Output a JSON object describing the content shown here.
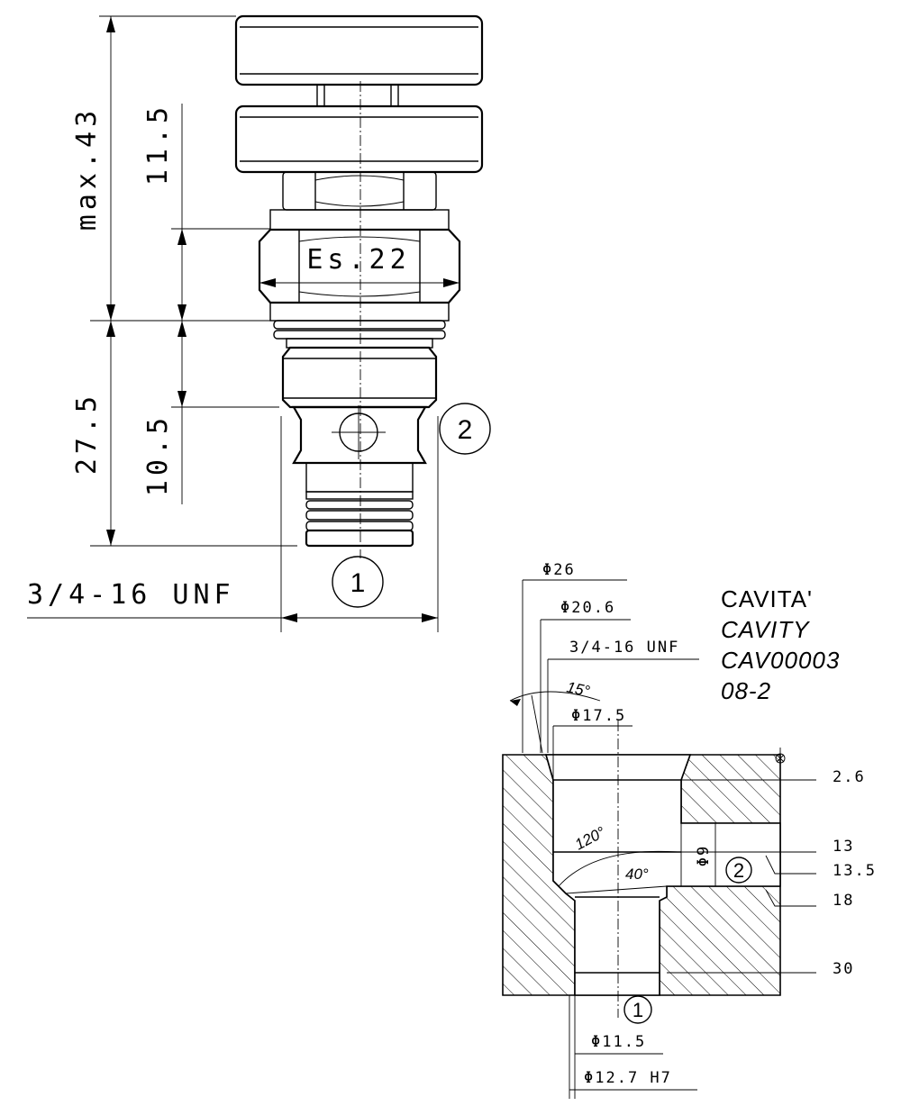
{
  "valve": {
    "dim_total_height": "max.43",
    "dim_upper": "11.5",
    "dim_lower": "27.5",
    "dim_port2": "10.5",
    "dim_hex": "Es.22",
    "thread": "3/4-16 UNF",
    "port_1": "1",
    "port_2": "2"
  },
  "cavity": {
    "title_it": "CAVITA'",
    "title_en": "CAVITY",
    "code": "CAV00003",
    "size": "08-2",
    "dia_26": "Φ26",
    "dia_20_6": "Φ20.6",
    "thread": "3/4-16 UNF",
    "angle_15": "15°",
    "dia_17_5": "Φ17.5",
    "depth_2_6": "2.6",
    "depth_13": "13",
    "depth_13_5": "13.5",
    "depth_18": "18",
    "depth_30": "30",
    "angle_120": "120°",
    "angle_40": "40°",
    "dia_9": "Φ9",
    "port_1": "1",
    "port_2": "2",
    "dia_11_5": "Φ11.5",
    "dia_12_7": "Φ12.7 H7"
  }
}
